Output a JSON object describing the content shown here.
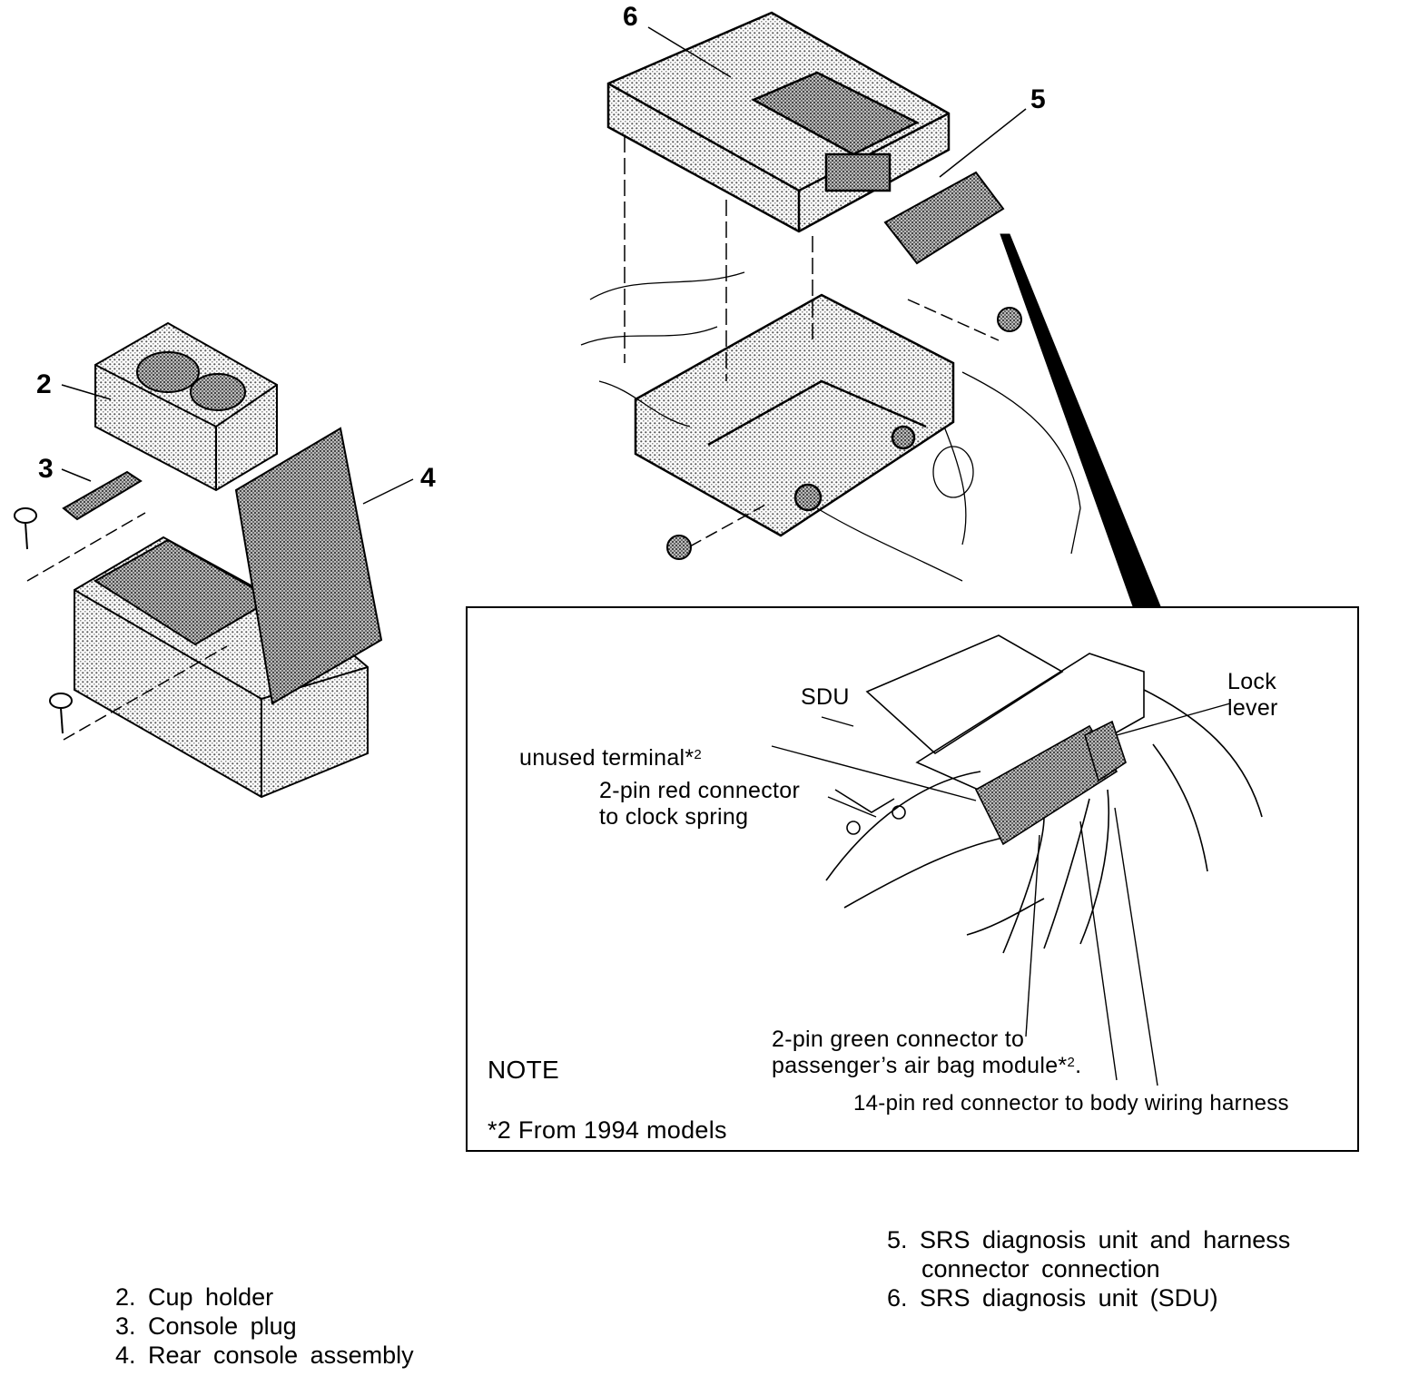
{
  "callouts": {
    "c2": "2",
    "c3": "3",
    "c4": "4",
    "c5": "5",
    "c6": "6"
  },
  "inset": {
    "sdu": "SDU",
    "lock_lever_1": "Lock",
    "lock_lever_2": "lever",
    "unused_terminal": "unused terminal*",
    "unused_terminal_sup": "2",
    "red2_line1": "2-pin red connector",
    "red2_line2": "to clock spring",
    "green_line1": "2-pin green connector to",
    "green_line2": "passenger’s air bag module*",
    "green_sup": "2",
    "green_tail": ".",
    "red14": "14-pin red connector to body wiring harness",
    "note_title": "NOTE",
    "note_text": "*2 From 1994 models"
  },
  "legend": {
    "item2": "2. Cup holder",
    "item3": "3. Console plug",
    "item4": "4. Rear console assembly",
    "item5_line1": "5. SRS diagnosis unit and harness",
    "item5_line2": "connector connection",
    "item6": "6. SRS diagnosis unit (SDU)"
  }
}
